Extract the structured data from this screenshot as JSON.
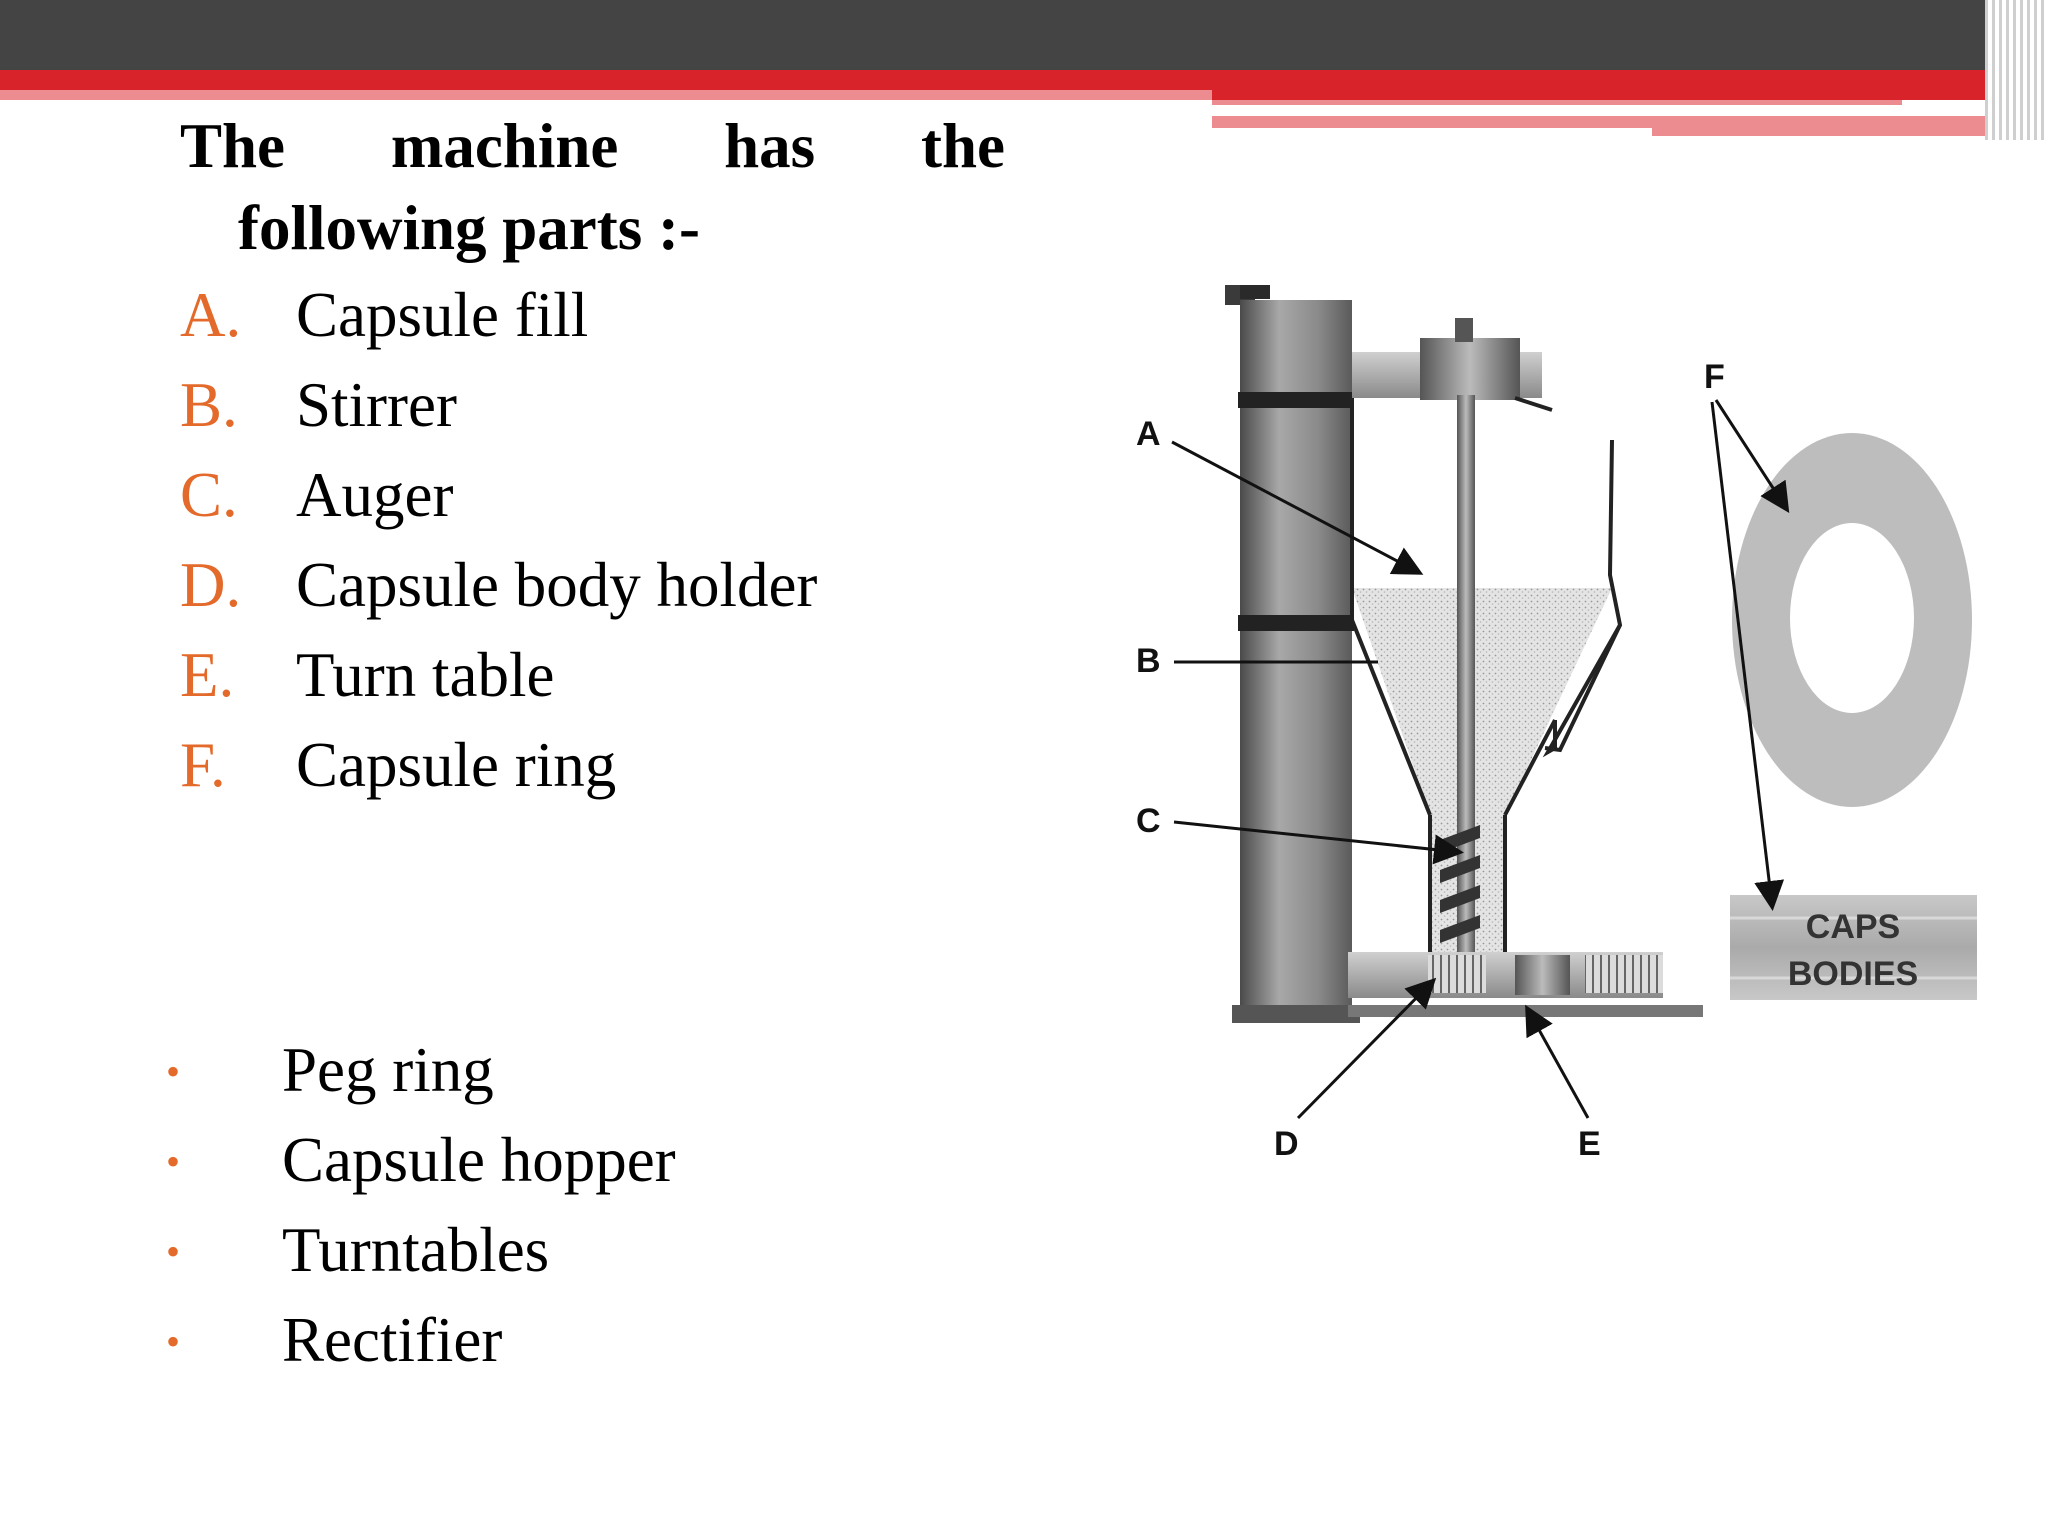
{
  "slide": {
    "heading_words": [
      "The",
      "machine",
      "has",
      "the"
    ],
    "heading_line2": "following parts :-",
    "parts": [
      {
        "letter": "A.",
        "label": "Capsule fill"
      },
      {
        "letter": "B.",
        "label": "Stirrer"
      },
      {
        "letter": "C.",
        "label": "Auger"
      },
      {
        "letter": "D.",
        "label": "Capsule body holder"
      },
      {
        "letter": "E.",
        "label": "Turn table"
      },
      {
        "letter": "F.",
        "label": "Capsule ring"
      }
    ],
    "bullet_glyph": "•",
    "bullets": [
      "Peg ring",
      "Capsule hopper",
      "Turntables",
      "Rectifier"
    ]
  },
  "diagram": {
    "callouts": [
      "A",
      "B",
      "C",
      "D",
      "E",
      "F"
    ],
    "label_caps": "CAPS",
    "label_bodies": "BODIES"
  },
  "colors": {
    "accent": "#e36a2b",
    "header_dark": "#444444",
    "header_red": "#d9232b",
    "header_pink": "#ec8b90"
  }
}
